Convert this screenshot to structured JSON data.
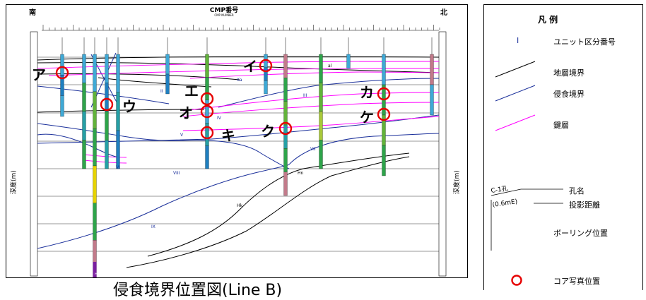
{
  "diagram": {
    "caption": "侵食境界位置図(Line B)",
    "south_label": "南",
    "north_label": "北",
    "header_title": "CMP番号",
    "header_subtitle": "CMP NUMBER",
    "depth_axis_left": "深度(m)",
    "depth_axis_right": "深度(m)",
    "bottom_code": "Hp",
    "unit_labels": [
      "al",
      "Ka",
      "II",
      "III",
      "IV",
      "V",
      "VI",
      "VII",
      "VIII",
      "IX",
      "Hn",
      "Hk"
    ],
    "photo_markers": [
      "ア",
      "イ",
      "ウ",
      "エ",
      "オ",
      "カ",
      "キ",
      "ク",
      "ケ"
    ]
  },
  "legend": {
    "title": "凡 例",
    "unit_symbol": "I",
    "unit_label": "ユニット区分番号",
    "formation_boundary": "地層境界",
    "erosion_boundary": "侵食境界",
    "key_bed": "鍵層",
    "hole_sample_name": "C-1孔",
    "hole_sample_distance": "(0.6mE)",
    "hole_name": "孔名",
    "projection_distance": "投影距離",
    "boring_position": "ボーリング位置",
    "core_photo_position": "コア写真位置"
  },
  "colors": {
    "formation_boundary": "#000000",
    "erosion_boundary": "#1a2f9a",
    "key_bed": "#ff00ff",
    "photo_marker": "#e60000"
  }
}
